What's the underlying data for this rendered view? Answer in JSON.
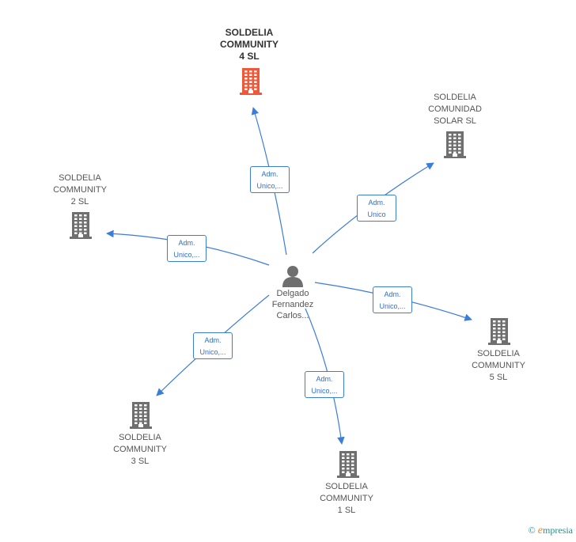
{
  "colors": {
    "edge": "#3b7dd8",
    "building": "#6f6f6f",
    "building_highlight": "#f0583a",
    "person": "#6f6f6f"
  },
  "center": {
    "name": "Delgado\nFernandez\nCarlos..."
  },
  "companies": [
    {
      "id": "c4",
      "name": "SOLDELIA\nCOMMUNITY\n4  SL",
      "highlight": true,
      "role": "Adm.\nUnico,..."
    },
    {
      "id": "csolar",
      "name": "SOLDELIA\nCOMUNIDAD\nSOLAR  SL",
      "highlight": false,
      "role": "Adm.\nUnico"
    },
    {
      "id": "c2",
      "name": "SOLDELIA\nCOMMUNITY\n2  SL",
      "highlight": false,
      "role": "Adm.\nUnico,..."
    },
    {
      "id": "c5",
      "name": "SOLDELIA\nCOMMUNITY\n5  SL",
      "highlight": false,
      "role": "Adm.\nUnico,..."
    },
    {
      "id": "c3",
      "name": "SOLDELIA\nCOMMUNITY\n3  SL",
      "highlight": false,
      "role": "Adm.\nUnico,..."
    },
    {
      "id": "c1",
      "name": "SOLDELIA\nCOMMUNITY\n1  SL",
      "highlight": false,
      "role": "Adm.\nUnico,..."
    }
  ],
  "footer": {
    "copyright_symbol": "©",
    "brand_initial": "e",
    "brand_rest": "mpresia"
  }
}
